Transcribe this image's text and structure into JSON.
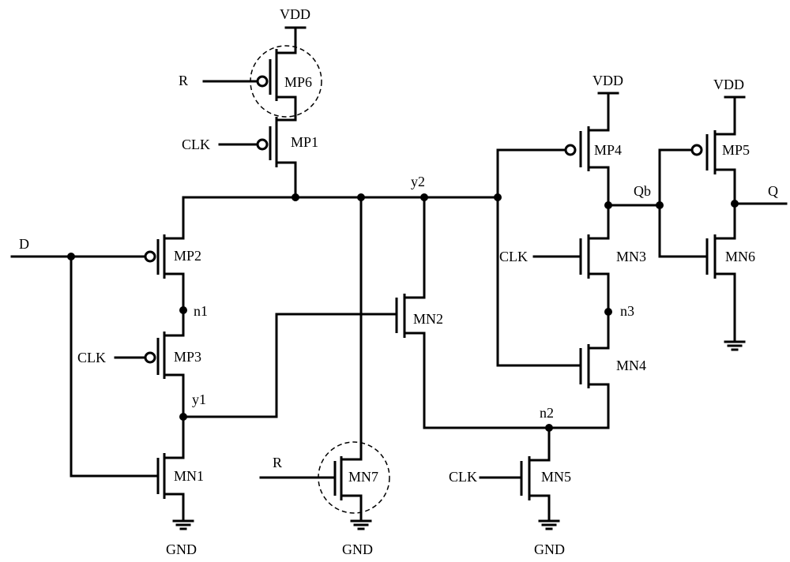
{
  "labels": {
    "vdd": "VDD",
    "gnd": "GND",
    "clk": "CLK",
    "r": "R",
    "d": "D",
    "q": "Q",
    "qb": "Qb",
    "y1": "y1",
    "y2": "y2",
    "n1": "n1",
    "n2": "n2",
    "n3": "n3",
    "mp1": "MP1",
    "mp2": "MP2",
    "mp3": "MP3",
    "mp4": "MP4",
    "mp5": "MP5",
    "mp6": "MP6",
    "mn1": "MN1",
    "mn2": "MN2",
    "mn3": "MN3",
    "mn4": "MN4",
    "mn5": "MN5",
    "mn6": "MN6",
    "mn7": "MN7"
  }
}
